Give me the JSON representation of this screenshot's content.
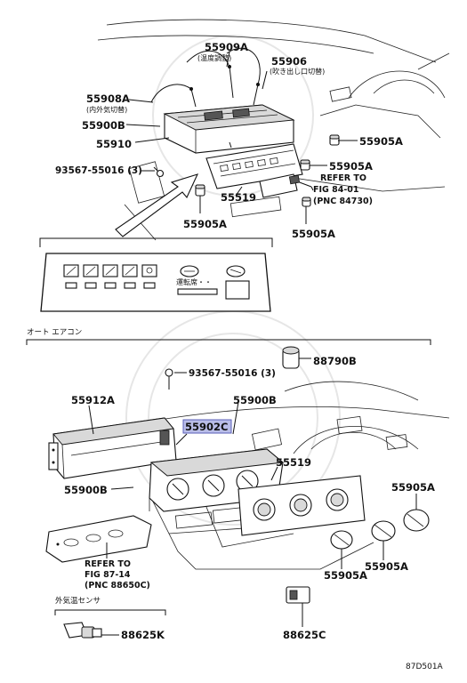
{
  "callouts": {
    "p55909A": "55909A",
    "p55909A_jp": "(温度調整)",
    "p55906": "55906",
    "p55906_jp": "(吹き出し口切替)",
    "p55908A": "55908A",
    "p55908A_jp": "(内外気切替)",
    "p55900B_top": "55900B",
    "p55910": "55910",
    "p55905A_1": "55905A",
    "p93567_top": "93567-55016 (3)",
    "p55905A_2": "55905A",
    "refer1_line1": "REFER TO",
    "refer1_line2": "FIG 84-01",
    "refer1_line3": "(PNC 84730)",
    "p55519_top": "55519",
    "p55905A_3": "55905A",
    "p55905A_4": "55905A",
    "section_auto": "オート エアコン",
    "p88790B": "88790B",
    "p93567_bot": "93567-55016 (3)",
    "p55912A": "55912A",
    "p55900B_mid": "55900B",
    "p55902C": "55902C",
    "p55519_bot": "55519",
    "p55905A_5": "55905A",
    "p55900B_low": "55900B",
    "refer2_line1": "REFER TO",
    "refer2_line2": "FIG 87-14",
    "refer2_line3": "(PNC 88650C)",
    "p55905A_6": "55905A",
    "p55905A_7": "55905A",
    "section_sensor": "外気温センサ",
    "p88625K": "88625K",
    "p88625C": "88625C",
    "figure_id": "87D501A",
    "panel_label": "運転席・・",
    "colors": {
      "highlight": "#b9bde8",
      "line": "#111111"
    }
  }
}
